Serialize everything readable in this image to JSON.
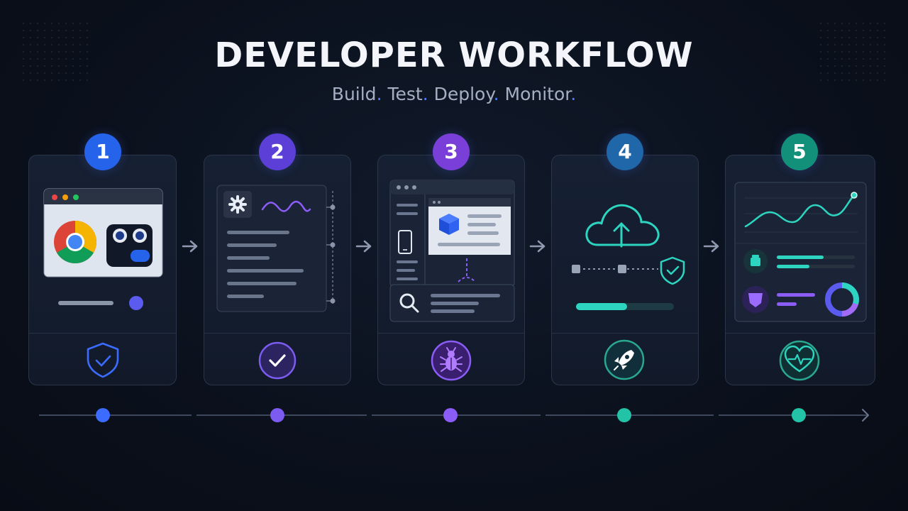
{
  "title": "DEVELOPER WORKFLOW",
  "subtitle": [
    "Build",
    "Test",
    "Deploy",
    "Monitor"
  ],
  "colors": {
    "step1": "#2563eb",
    "step2": "#5b3fd6",
    "step3": "#7a3fd9",
    "step4": "#1f67a8",
    "step5": "#13907a",
    "blue": "#3b6cff",
    "purple": "#8b5cf6",
    "teal": "#2dd4bf"
  },
  "steps": [
    {
      "number": "1",
      "icon": "shield-check-icon"
    },
    {
      "number": "2",
      "icon": "check-circle-icon"
    },
    {
      "number": "3",
      "icon": "bug-icon"
    },
    {
      "number": "4",
      "icon": "rocket-icon"
    },
    {
      "number": "5",
      "icon": "heart-pulse-icon"
    }
  ]
}
